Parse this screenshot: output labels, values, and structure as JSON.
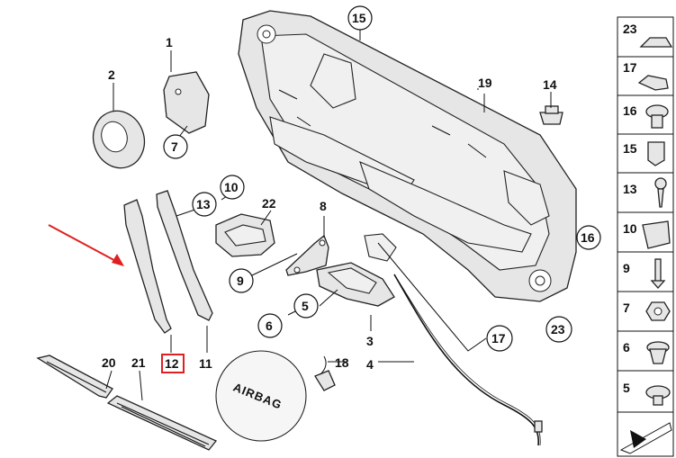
{
  "callouts": [
    "1",
    "2",
    "3",
    "4",
    "5",
    "6",
    "7",
    "8",
    "9",
    "10",
    "11",
    "12",
    "13",
    "14",
    "15",
    "16",
    "17",
    "18",
    "19",
    "20",
    "21",
    "22",
    "23"
  ],
  "highlighted_label": "12",
  "airbag_text": "AIRBAG",
  "sidebar_items": [
    "23",
    "17",
    "16",
    "15",
    "13",
    "10",
    "9",
    "7",
    "6",
    "5"
  ],
  "highlight_color": "#e02020"
}
